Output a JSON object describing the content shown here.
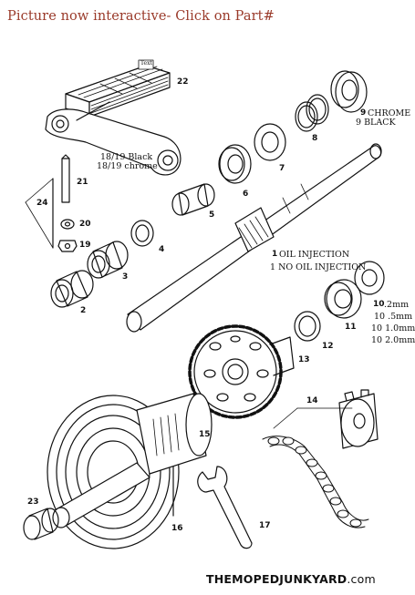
{
  "header": {
    "title": "Picture now interactive- Click on Part#"
  },
  "brand": {
    "name": "THEMOPEDJUNKYARD",
    "suffix": ".com"
  },
  "pedal_tag": "Text",
  "parts": {
    "p1": "1",
    "p2": "2",
    "p3": "3",
    "p4": "4",
    "p5": "5",
    "p6": "6",
    "p7": "7",
    "p8": "8",
    "p9": "9",
    "p10": "10",
    "p11": "11",
    "p12": "12",
    "p13": "13",
    "p14": "14",
    "p15": "15",
    "p16": "16",
    "p17": "17",
    "p19": "19",
    "p20": "20",
    "p21": "21",
    "p22": "22",
    "p23": "23",
    "p24": "24"
  },
  "notes": {
    "chrome": "CHROME",
    "black9": "9 BLACK",
    "arm_black": "18/19 Black",
    "arm_chrome": "18/19 chrome",
    "oil1": "OIL INJECTION",
    "oil2": "1 NO OIL INJECTION",
    "shim1": ".2mm",
    "shim2": "10 .5mm",
    "shim3": "10 1.0mm",
    "shim4": "10 2.0mm"
  }
}
